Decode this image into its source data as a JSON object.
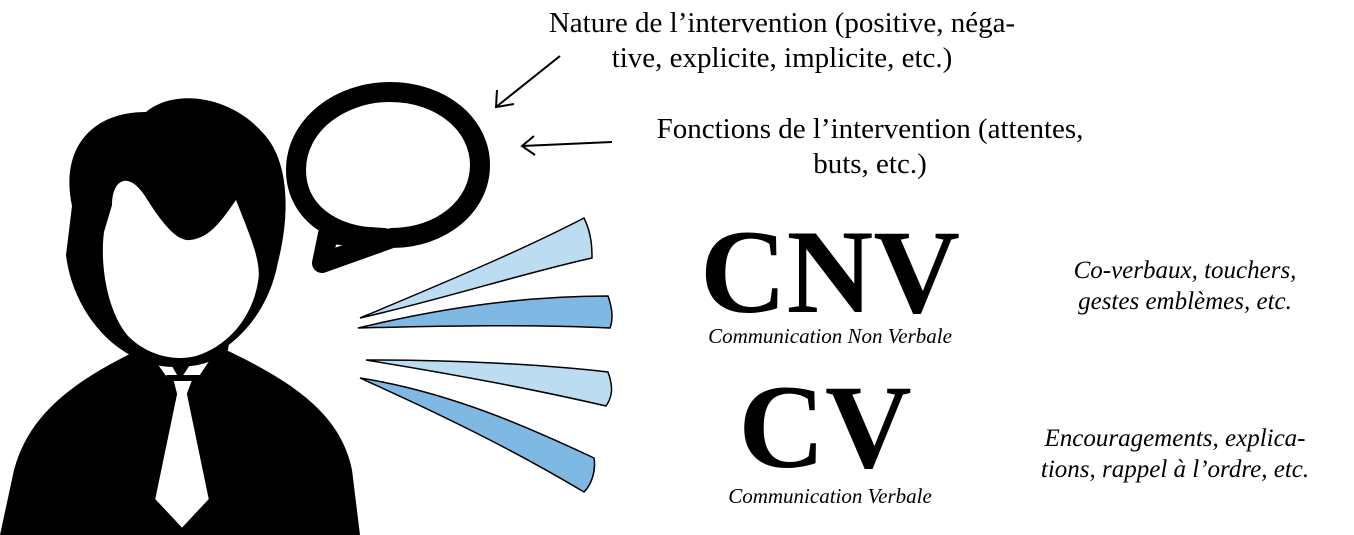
{
  "nature": {
    "line1": "Nature de l’intervention (positive, néga-",
    "line2": "tive, explicite, implicite, etc.)"
  },
  "fonctions": {
    "line1": "Fonctions de l’intervention (attentes,",
    "line2": "buts, etc.)"
  },
  "cnv": {
    "abbr": "CNV",
    "caption": "Communication Non Verbale",
    "examples_line1": "Co-verbaux, touchers,",
    "examples_line2": "gestes emblèmes, etc."
  },
  "cv": {
    "abbr": "CV",
    "caption": "Communication Verbale",
    "examples_line1": "Encouragements, explica-",
    "examples_line2": "tions, rappel à l’ordre, etc."
  },
  "colors": {
    "ray_light": "#bcdcf1",
    "ray_dark": "#7fb9e3",
    "figure": "#000000"
  }
}
